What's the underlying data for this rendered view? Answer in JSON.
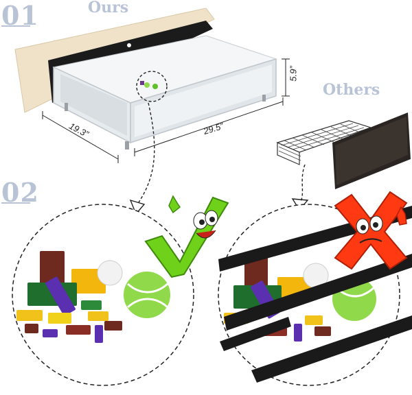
{
  "sections": {
    "first_number": "01",
    "second_number": "02"
  },
  "labels": {
    "ours": "Ours",
    "others": "Others"
  },
  "dimensions": {
    "width": "19.3”",
    "length": "29.5”",
    "height": "5.9”"
  },
  "colors": {
    "section_number": "#b9c3d6",
    "check_green": "#6fd11a",
    "cross_red": "#ff3a12",
    "headboard_fabric": "#efe2c9",
    "headboard_panel": "#1b1b1b",
    "tennis_ball": "#8fd94a"
  },
  "icons": {
    "ok": "green-check-mascot",
    "bad": "red-x-mascot"
  }
}
